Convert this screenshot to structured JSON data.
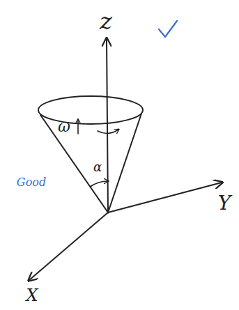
{
  "diagram": {
    "labels": [
      "z",
      "ω",
      "α",
      "Good",
      "Y",
      "X"
    ]
  }
}
